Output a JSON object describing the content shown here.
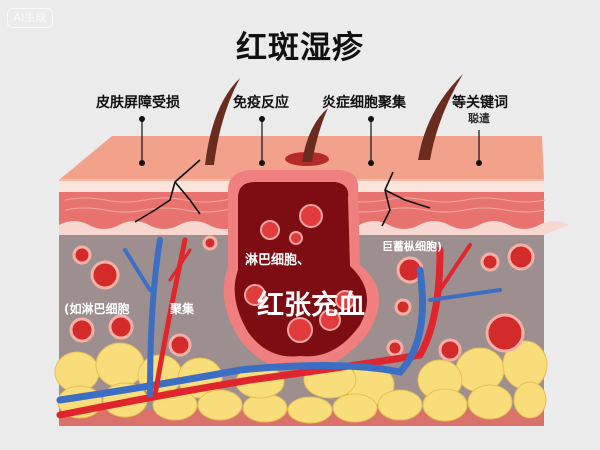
{
  "badge": "AI生成",
  "title": "红斑湿疹",
  "callouts": [
    {
      "label": "皮肤屏障受损"
    },
    {
      "label": "免疫反应"
    },
    {
      "label": "炎症细胞聚集"
    },
    {
      "label": "等关键词",
      "sublabel": "聪遣"
    }
  ],
  "inner_labels": {
    "lymph_top": "淋巴细胞、",
    "center": "红张充血",
    "macrophage": "巨蓄枞细胞)",
    "lymph_left": "(如淋巴细胞",
    "gather": "聚集"
  },
  "colors": {
    "background": "#ebebeb",
    "epidermis": "#f2a28a",
    "dermis": "#e8736e",
    "tissue": "#9d8e8f",
    "fat": "#f9dd7a",
    "artery": "#e0262c",
    "vein": "#3c6fc4",
    "vessel_inner": "#7d0d12"
  }
}
